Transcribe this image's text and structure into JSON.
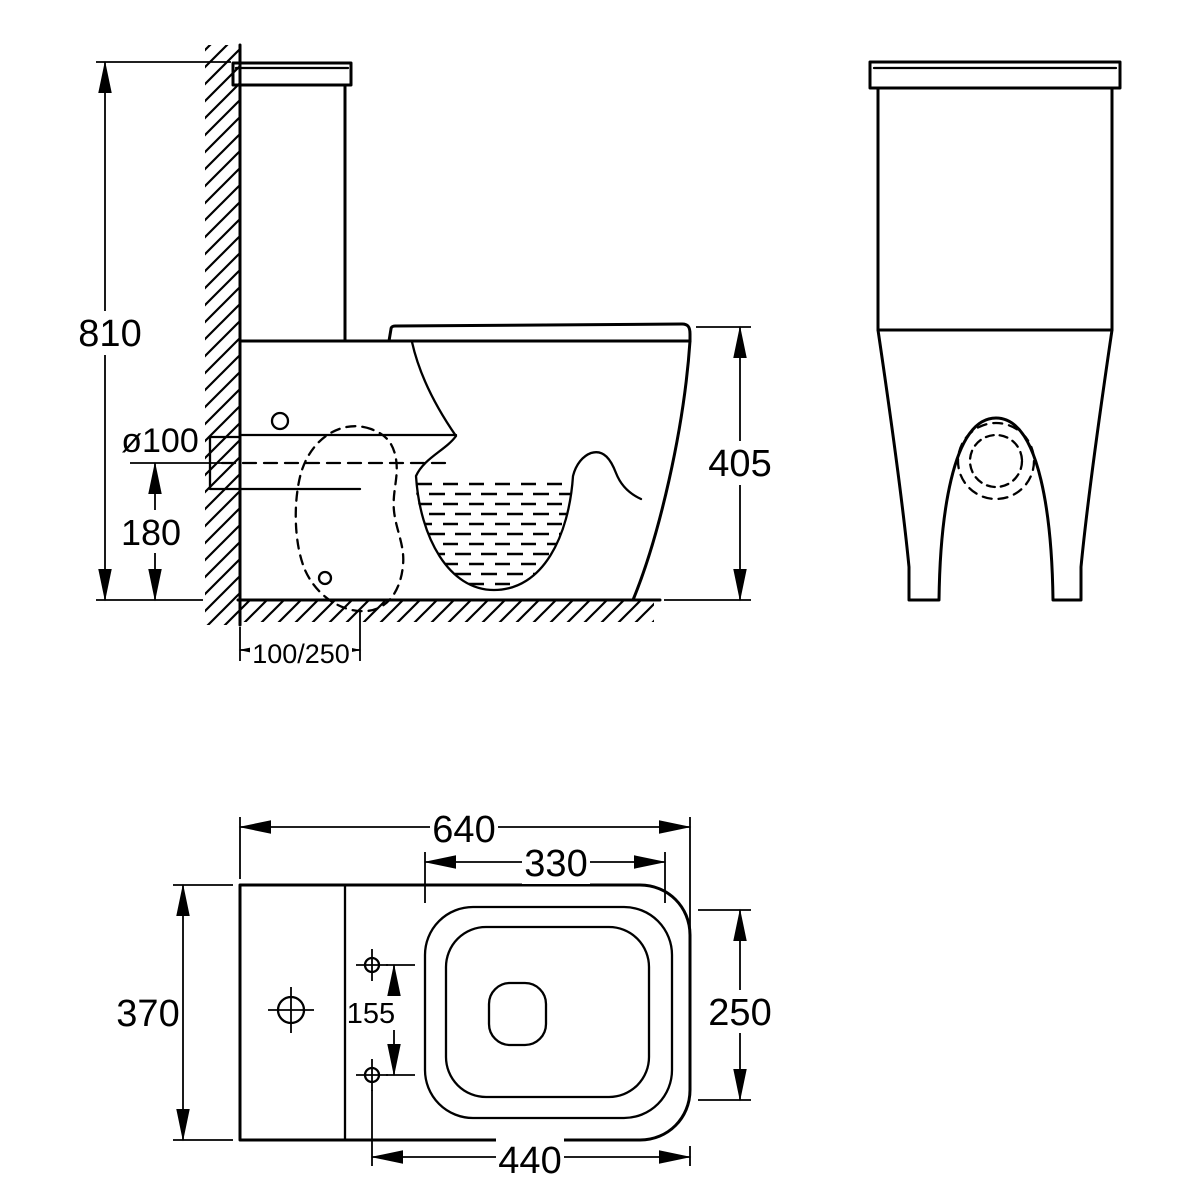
{
  "colors": {
    "line": "#000000",
    "background": "#ffffff"
  },
  "side_view": {
    "overall_height": "810",
    "bowl_height": "405",
    "outlet_diameter": "ø100",
    "outlet_center_height": "180",
    "outlet_setout": "100/250"
  },
  "plan_view": {
    "overall_length": "640",
    "seat_opening_width": "330",
    "overall_width": "370",
    "seat_opening_depth": "250",
    "fixing_hole_spacing": "155",
    "front_to_holes_length": "440"
  }
}
